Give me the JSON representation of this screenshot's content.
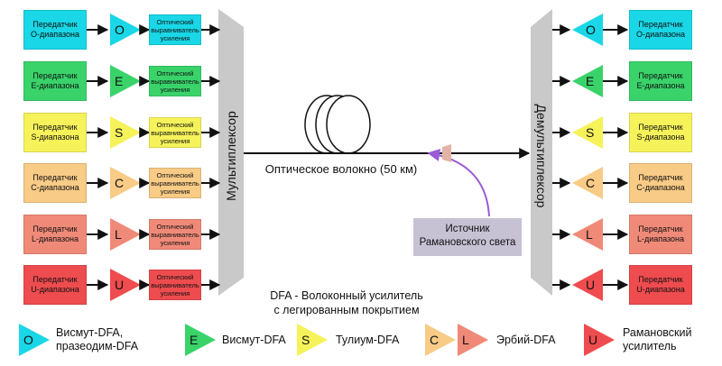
{
  "transmitters_left": [
    {
      "band": "O",
      "text": "Передатчик\nO-диапазона",
      "color": "#19D7E6"
    },
    {
      "band": "E",
      "text": "Передатчик\nE-диапазона",
      "color": "#39D36A"
    },
    {
      "band": "S",
      "text": "Передатчик\nS-диапазона",
      "color": "#F6F25A"
    },
    {
      "band": "C",
      "text": "Передатчик\nC-диапазона",
      "color": "#F8CB86"
    },
    {
      "band": "L",
      "text": "Передатчик\nL-диапазона",
      "color": "#F08A78"
    },
    {
      "band": "U",
      "text": "Передатчик\nU-диапазона",
      "color": "#EE4C4F"
    }
  ],
  "equalizer_text": "Оптический\nвыравниватель\nусиления",
  "multiplexer_label": "Мультиплексор",
  "demultiplexer_label": "Демультиплексор",
  "fiber_label": "Оптическое волокно (50 км)",
  "raman_source_label": "Источник\nРамановского света",
  "dfa_note": "DFA - Волоконный усилитель\nс легированным покрытием",
  "legend": [
    {
      "badge": "O",
      "text": "Висмут-DFA,\nпразеодим-DFA",
      "color": "#19D7E6"
    },
    {
      "badge": "E",
      "text": "Висмут-DFA",
      "color": "#39D36A"
    },
    {
      "badge": "S",
      "text": "Тулиум-DFA",
      "color": "#F6F25A"
    },
    {
      "badge": "C",
      "text": "",
      "color": "#F8CB86"
    },
    {
      "badge": "L",
      "text": "Эрбий-DFA",
      "color": "#F08A78"
    },
    {
      "badge": "U",
      "text": "Рамановский\nусилитель",
      "color": "#EE4C4F"
    }
  ],
  "colors": {
    "mux": "#C9C9C9",
    "raman_box": "#C7C1D4",
    "raman_arrow": "#9B5CD6",
    "arrow": "#111111"
  }
}
